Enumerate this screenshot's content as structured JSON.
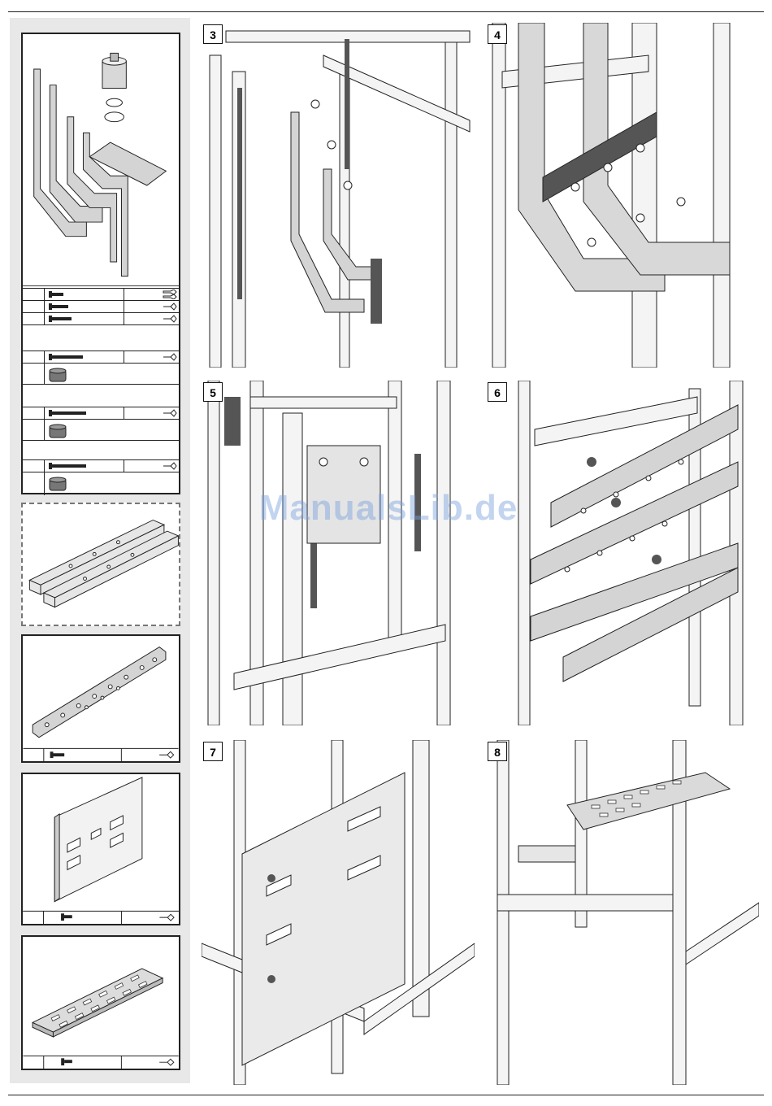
{
  "watermark": "ManualsLib.de",
  "steps": [
    {
      "number": "3"
    },
    {
      "number": "4"
    },
    {
      "number": "5"
    },
    {
      "number": "6"
    },
    {
      "number": "7"
    },
    {
      "number": "8"
    }
  ],
  "icons": {
    "screw": "screw-icon",
    "wrench": "wrench-icon",
    "spacer": "spacer-icon",
    "bracket": "bracket-icon"
  },
  "colors": {
    "rule": "#222222",
    "sidebar_bg": "#e8e8e8",
    "part_fill": "#cfcfcf",
    "dark_part": "#555555",
    "watermark": "#78a0dc"
  }
}
